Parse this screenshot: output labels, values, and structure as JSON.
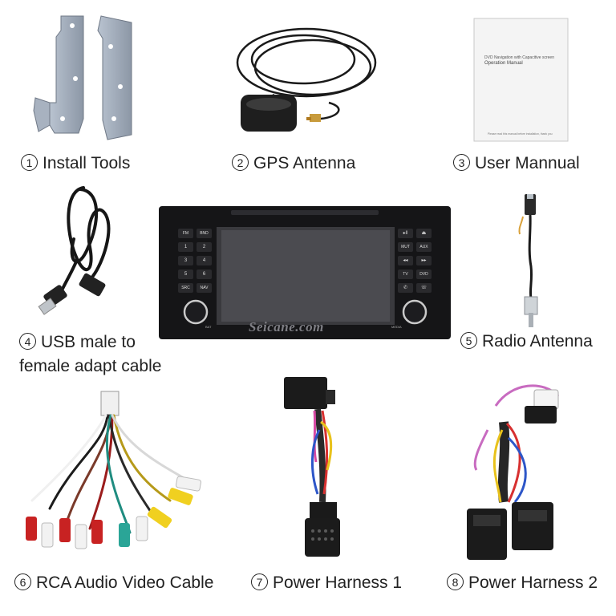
{
  "items": [
    {
      "num": "①",
      "label": "Install Tools"
    },
    {
      "num": "②",
      "label": "GPS Antenna"
    },
    {
      "num": "③",
      "label": "User Mannual"
    },
    {
      "num": "④",
      "label": "USB male to",
      "label2": "female adapt cable"
    },
    {
      "num": "⑤",
      "label": "Radio Antenna"
    },
    {
      "num": "⑥",
      "label": "RCA Audio Video Cable"
    },
    {
      "num": "⑦",
      "label": "Power Harness 1"
    },
    {
      "num": "⑧",
      "label": "Power Harness 2"
    }
  ],
  "manual": {
    "line1": "DVD Navigation with Capacitive screen",
    "line2": "Operation Manual",
    "footer": "Please read this manual before installation, thank you"
  },
  "head_unit": {
    "brand": "Seicane.com",
    "left_buttons": [
      "FM",
      "BND",
      "1",
      "2",
      "3",
      "4",
      "5",
      "6",
      "SRC",
      "NAV"
    ],
    "right_buttons": [
      "MUT",
      "AUX",
      "TV",
      "DVD"
    ],
    "left_knob_label": "BAT",
    "right_knob_label": "MEDIA"
  },
  "icons": [
    "bracket-icon",
    "gps-puck-icon",
    "manual-icon",
    "usb-cable-icon",
    "antenna-icon",
    "rca-cable-icon",
    "harness-icon"
  ]
}
